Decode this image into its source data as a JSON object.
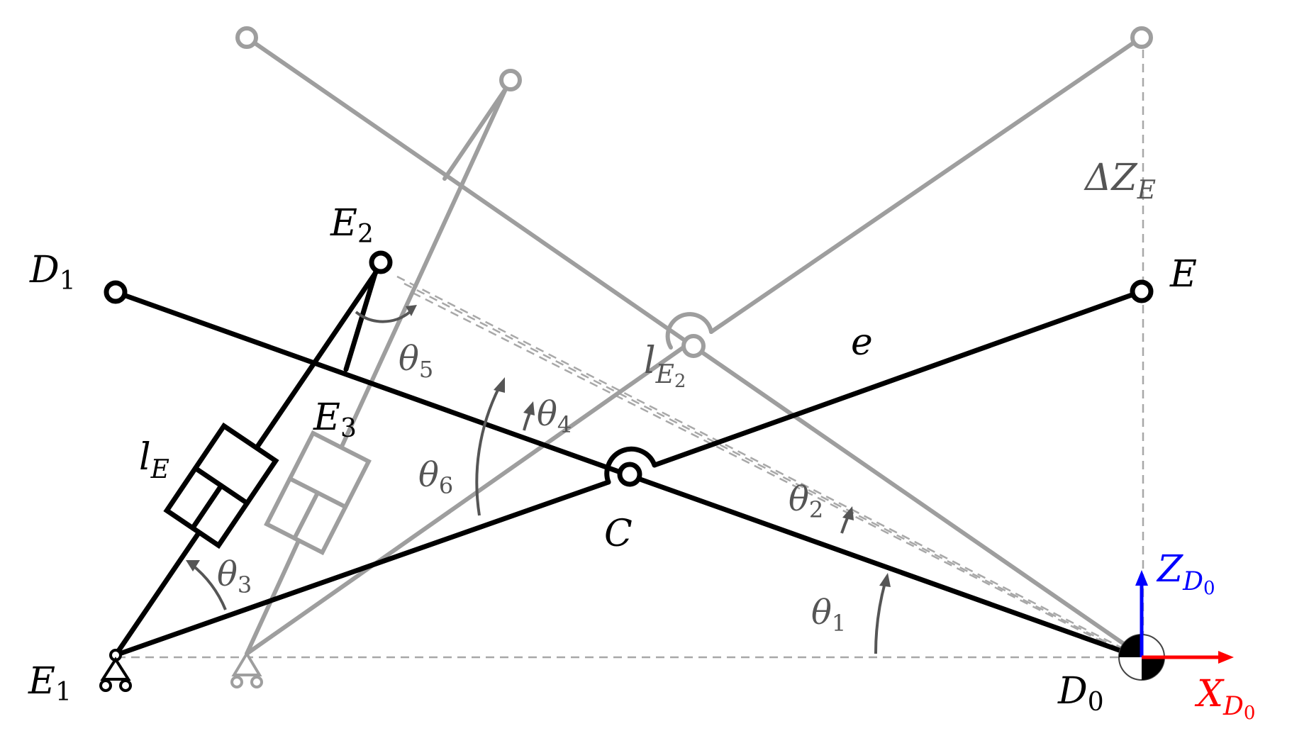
{
  "labels": {
    "D1": {
      "base": "D",
      "sub": "1"
    },
    "E2": {
      "base": "E",
      "sub": "2"
    },
    "E3": {
      "base": "E",
      "sub": "3"
    },
    "E1": {
      "base": "E",
      "sub": "1"
    },
    "E": {
      "base": "E"
    },
    "C": {
      "base": "C"
    },
    "D0": {
      "base": "D",
      "sub": "0"
    },
    "e": {
      "base": "e"
    },
    "lE": {
      "base": "l",
      "sub": "E"
    },
    "lE2": {
      "base": "l",
      "sub": "E",
      "subsub": "2"
    },
    "deltaZE": {
      "base": "ΔZ",
      "sub": "E"
    },
    "theta1": {
      "base": "θ",
      "sub": "1"
    },
    "theta2": {
      "base": "θ",
      "sub": "2"
    },
    "theta3": {
      "base": "θ",
      "sub": "3"
    },
    "theta4": {
      "base": "θ",
      "sub": "4"
    },
    "theta5": {
      "base": "θ",
      "sub": "5"
    },
    "theta6": {
      "base": "θ",
      "sub": "6"
    },
    "ZD0": {
      "base": "Z",
      "sub": "D",
      "subsub": "0"
    },
    "XD0": {
      "base": "X",
      "sub": "D",
      "subsub": "0"
    }
  },
  "colors": {
    "active": "#000000",
    "ghost": "#9e9e9e",
    "dashed": "#a8a8a8",
    "z_axis": "#0000ff",
    "x_axis": "#ff0000",
    "angle_label": "#555555"
  }
}
